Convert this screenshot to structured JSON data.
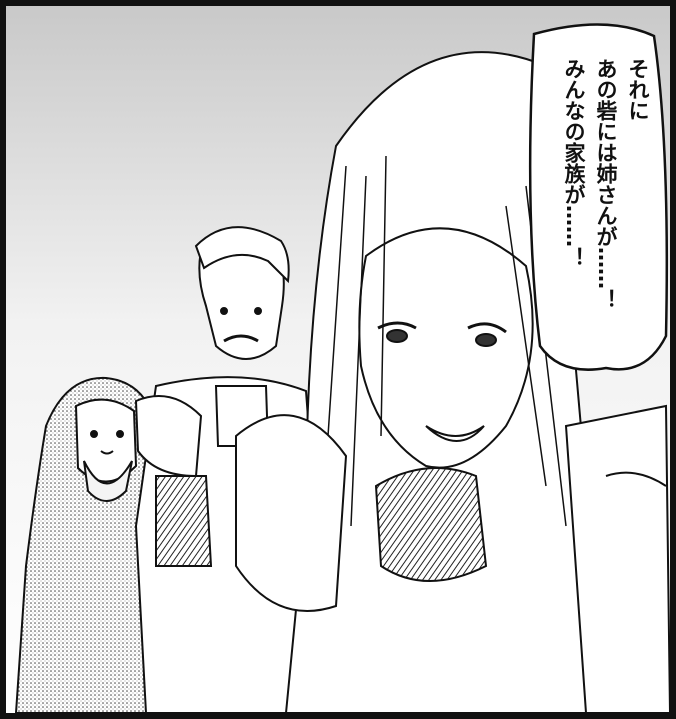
{
  "speech_bubble": {
    "lines": [
      "それに",
      "あの砦には姉さんが……！",
      "みんなの家族が……！"
    ]
  },
  "colors": {
    "ink": "#111111",
    "paper": "#ffffff",
    "tone": "#d9d9d9"
  }
}
